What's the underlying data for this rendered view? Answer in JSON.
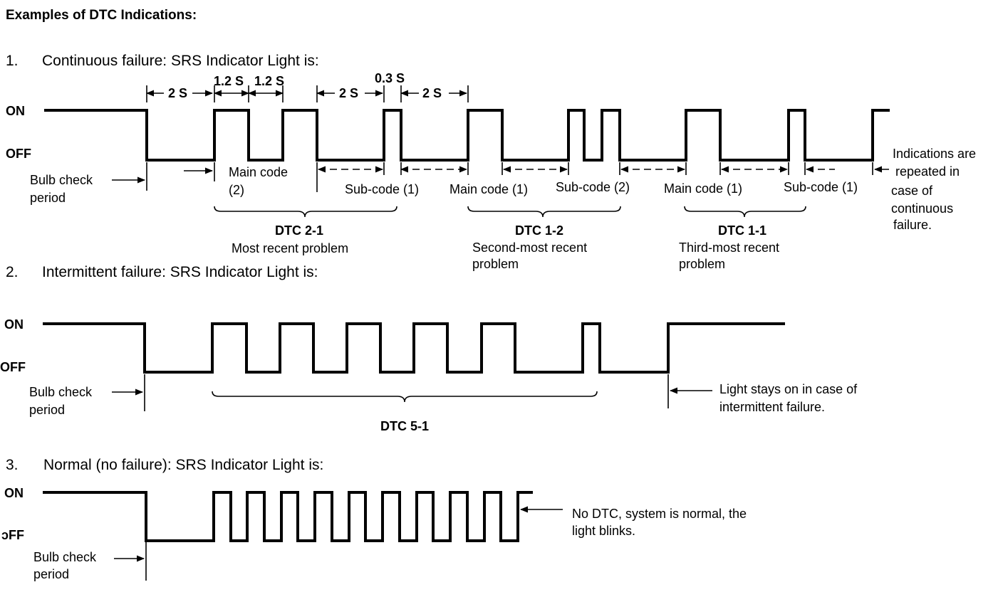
{
  "title": "Examples of DTC Indications:",
  "states": {
    "on": "ON",
    "off": "OFF",
    "off_cut": "ɔFF"
  },
  "section1": {
    "heading_num": "1.",
    "heading": "Continuous failure: SRS Indicator Light is:",
    "timing": {
      "t2s": "2 S",
      "t12a": "1.2 S",
      "t12b": "1.2 S",
      "t03": "0.3 S"
    },
    "bulb_check": [
      "Bulb check",
      "period"
    ],
    "main_code_2": [
      "Main code",
      "(2)"
    ],
    "sub_code_1a": "Sub-code (1)",
    "main_code_1a": "Main code (1)",
    "sub_code_2": "Sub-code (2)",
    "main_code_1b": "Main code (1)",
    "sub_code_1b": "Sub-code (1)",
    "repeat_note": [
      "Indications are",
      "repeated in",
      "case of",
      "continuous",
      "failure."
    ],
    "dtc_groups": [
      {
        "code": "DTC 2-1",
        "desc": [
          "Most recent problem"
        ]
      },
      {
        "code": "DTC 1-2",
        "desc": [
          "Second-most recent",
          "problem"
        ]
      },
      {
        "code": "DTC 1-1",
        "desc": [
          "Third-most recent",
          "problem"
        ]
      }
    ]
  },
  "section2": {
    "heading_num": "2.",
    "heading": "Intermittent failure: SRS Indicator Light is:",
    "bulb_check": [
      "Bulb check",
      "period"
    ],
    "dtc": "DTC 5-1",
    "note": [
      "Light stays on in case of",
      "intermittent failure."
    ]
  },
  "section3": {
    "heading_num": "3.",
    "heading": "Normal (no failure): SRS Indicator Light is:",
    "bulb_check": [
      "Bulb check",
      "period"
    ],
    "note": [
      "No DTC, system is normal, the",
      "light blinks."
    ]
  }
}
